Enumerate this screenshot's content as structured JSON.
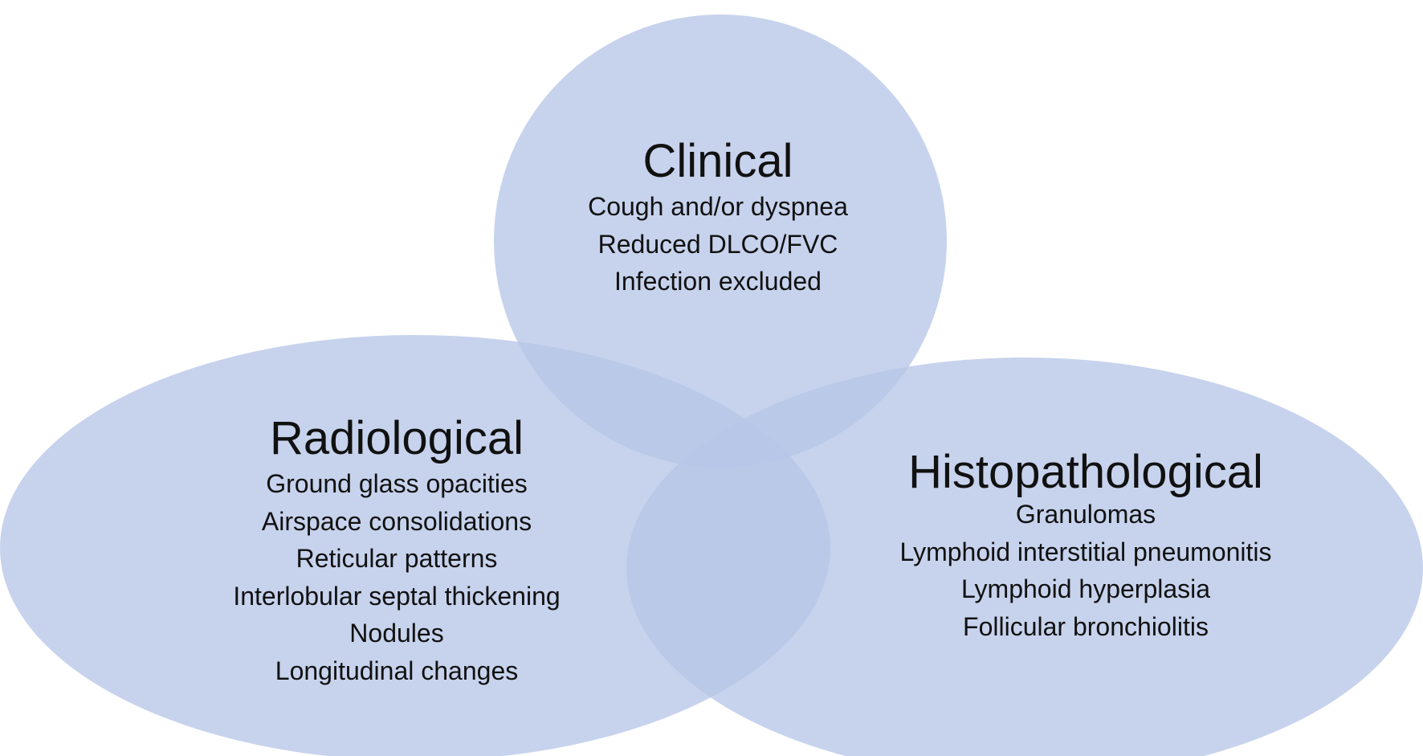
{
  "colors": {
    "fill": "#B7C7E8",
    "text": "#111111",
    "background": "#FFFFFF"
  },
  "sets": [
    {
      "id": "clinical",
      "title": "Clinical",
      "items": [
        "Cough and/or dyspnea",
        "Reduced DLCO/FVC",
        "Infection excluded"
      ]
    },
    {
      "id": "radiological",
      "title": "Radiological",
      "items": [
        "Ground glass opacities",
        "Airspace consolidations",
        "Reticular patterns",
        "Interlobular septal thickening",
        "Nodules",
        "Longitudinal changes"
      ]
    },
    {
      "id": "histopathological",
      "title": "Histopathological",
      "items": [
        "Granulomas",
        "Lymphoid interstitial pneumonitis",
        "Lymphoid hyperplasia",
        "Follicular bronchiolitis"
      ]
    }
  ]
}
